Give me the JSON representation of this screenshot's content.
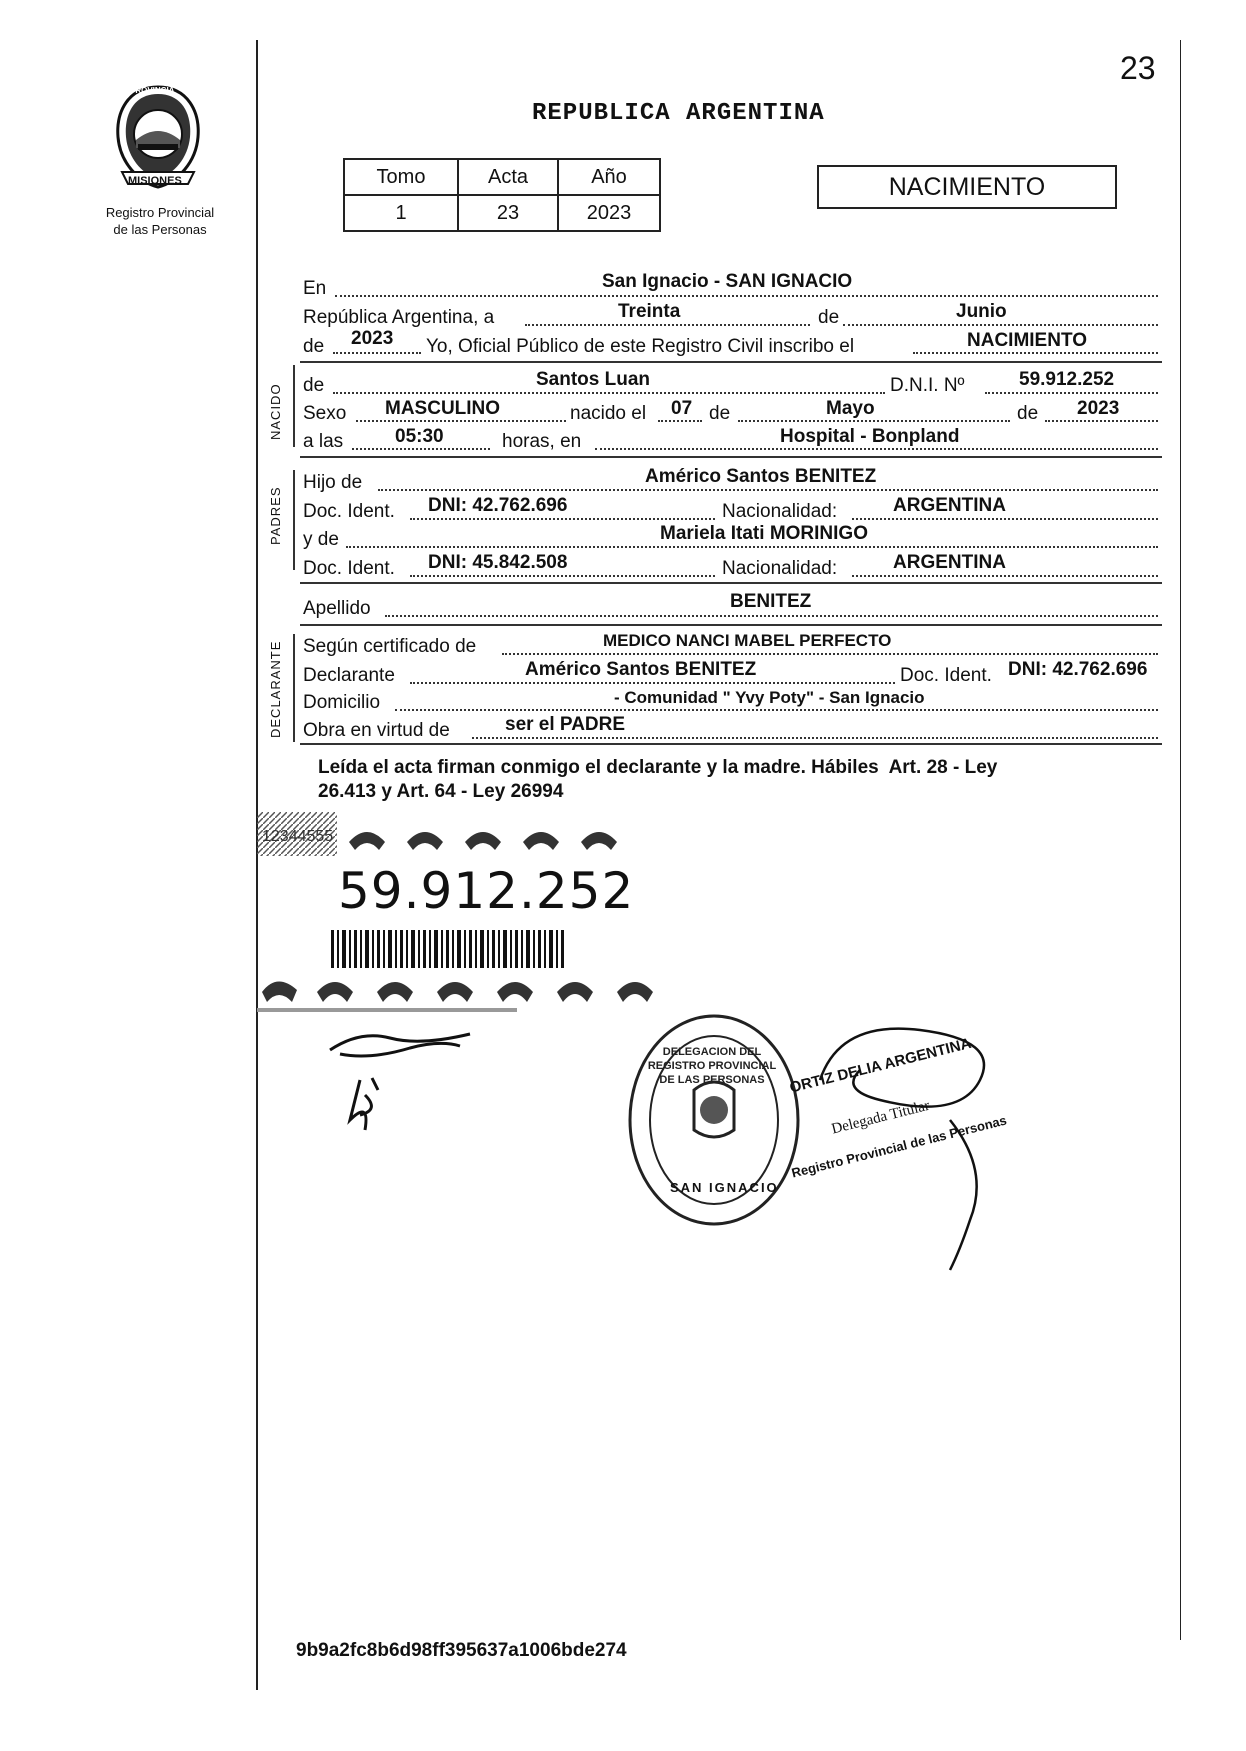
{
  "page_number": "23",
  "logo": {
    "top_text": "PROVINCIA",
    "bottom_text": "MISIONES",
    "caption_line1": "Registro Provincial",
    "caption_line2": "de las Personas"
  },
  "title": "REPUBLICA ARGENTINA",
  "record_table": {
    "headers": [
      "Tomo",
      "Acta",
      "Año"
    ],
    "values": [
      "1",
      "23",
      "2023"
    ]
  },
  "record_type": "NACIMIENTO",
  "fields": {
    "en_label": "En",
    "en_value": "San Ignacio - SAN IGNACIO",
    "republica_label": "República Argentina, a",
    "day_value": "Treinta",
    "de1_label": "de",
    "month_value": "Junio",
    "de2_label": "de",
    "year_value": "2023",
    "yo_text": "Yo, Oficial Público de este Registro Civil inscribo el",
    "inscribe_value": "NACIMIENTO",
    "nacido_de_label": "de",
    "nacido_name": "Santos Luan",
    "dni_label": "D.N.I. Nº",
    "dni_value": "59.912.252",
    "sexo_label": "Sexo",
    "sexo_value": "MASCULINO",
    "nacido_el_label": "nacido el",
    "birth_day": "07",
    "de3_label": "de",
    "birth_month": "Mayo",
    "de4_label": "de",
    "birth_year": "2023",
    "a_las_label": "a las",
    "birth_time": "05:30",
    "horas_label": "horas, en",
    "birth_place": "Hospital - Bonpland",
    "hijo_de_label": "Hijo de",
    "father_name": "Américo Santos BENITEZ",
    "doc_ident_label": "Doc. Ident.",
    "father_doc": "DNI: 42.762.696",
    "nacionalidad_label": "Nacionalidad:",
    "father_nat": "ARGENTINA",
    "y_de_label": "y de",
    "mother_name": "Mariela Itati MORINIGO",
    "mother_doc": "DNI: 45.842.508",
    "mother_nat": "ARGENTINA",
    "apellido_label": "Apellido",
    "apellido_value": "BENITEZ",
    "segun_label": "Según certificado de",
    "certificado_value": "MEDICO NANCI MABEL PERFECTO",
    "declarante_label": "Declarante",
    "declarante_value": "Américo Santos BENITEZ",
    "declarante_doc": "DNI: 42.762.696",
    "domicilio_label": "Domicilio",
    "domicilio_value": "- Comunidad \" Yvy Poty\" - San Ignacio",
    "obra_label": "Obra en virtud de",
    "obra_value": "ser el PADRE"
  },
  "side_labels": {
    "nacido": "NACIDO",
    "padres": "PADRES",
    "declarante": "DECLARANTE"
  },
  "closing_line1": "Leída el acta firman conmigo el declarante y la madre. Hábiles  Art. 28 - Ley",
  "closing_line2": "26.413 y Art. 64 - Ley 26994",
  "sticker": {
    "small_code": "12344555",
    "big_number": "59.912.252"
  },
  "stamp": {
    "ring_text": "DELEGACION DEL REGISTRO PROVINCIAL DE LAS PERSONAS",
    "bottom_text": "SAN IGNACIO",
    "sig_line1": "ORTIZ DELIA ARGENTINA",
    "sig_line2": "Delegada Titular",
    "sig_line3": "Registro Provincial de las Personas"
  },
  "footer_hash": "9b9a2fc8b6d98ff395637a1006bde274"
}
